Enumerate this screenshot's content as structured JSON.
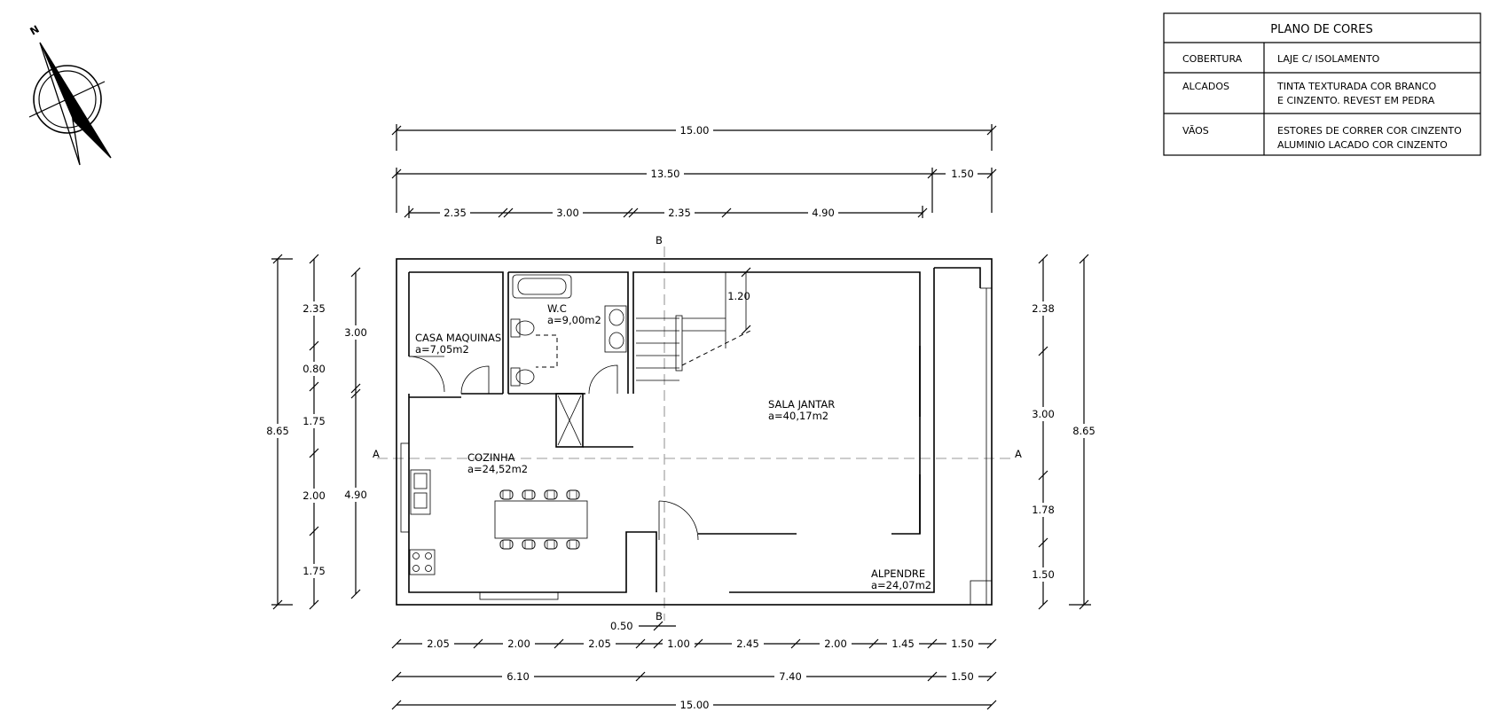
{
  "north": {
    "label": "N",
    "icon": "north-arrow-icon"
  },
  "legend": {
    "title": "PLANO DE CORES",
    "rows": [
      {
        "key": "COBERTURA",
        "lines": [
          "LAJE C/ ISOLAMENTO"
        ]
      },
      {
        "key": "ALCADOS",
        "lines": [
          "TINTA TEXTURADA COR BRANCO",
          "E CINZENTO. REVEST EM PEDRA"
        ]
      },
      {
        "key": "VÃOS",
        "lines": [
          "ESTORES DE CORRER COR CINZENTO",
          "ALUMINIO LACADO COR CINZENTO"
        ]
      }
    ]
  },
  "rooms": {
    "casa_maquinas": {
      "name": "CASA MAQUINAS",
      "area": "a=7,05m2"
    },
    "wc": {
      "name": "W.C",
      "area": "a=9,00m2"
    },
    "sala_jantar": {
      "name": "SALA JANTAR",
      "area": "a=40,17m2"
    },
    "cozinha": {
      "name": "COZINHA",
      "area": "a=24,52m2"
    },
    "alpendre": {
      "name": "ALPENDRE",
      "area": "a=24,07m2"
    }
  },
  "sections": {
    "a": "A",
    "b": "B"
  },
  "dimensions": {
    "top": {
      "overall": "15.00",
      "row2": [
        "13.50",
        "1.50"
      ],
      "row3": [
        "2.35",
        "3.00",
        "2.35",
        "4.90"
      ]
    },
    "bottom": {
      "row1": [
        "2.05",
        "2.00",
        "2.05",
        "1.00",
        "2.45",
        "2.00",
        "1.45",
        "1.50"
      ],
      "row2": [
        "6.10",
        "7.40",
        "1.50"
      ],
      "overall": "15.00",
      "door_offset": "0.50"
    },
    "left": {
      "overall": "8.65",
      "inner": [
        "3.00",
        "4.90"
      ],
      "outer": [
        "2.35",
        "0.80",
        "1.75",
        "2.00",
        "1.75"
      ]
    },
    "right": {
      "overall": "8.65",
      "parts": [
        "2.38",
        "3.00",
        "1.78",
        "1.50"
      ]
    },
    "stair": "1.20"
  }
}
